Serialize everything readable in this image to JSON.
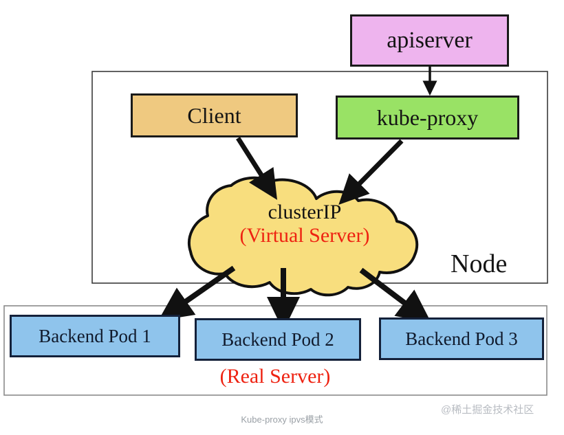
{
  "diagram": {
    "title_caption": "Kube-proxy ipvs模式",
    "watermark": "@稀土掘金技术社区",
    "node_label": "Node",
    "colors": {
      "apiserver_fill": "#EEB4EE",
      "client_fill": "#EFC980",
      "kubeproxy_fill": "#99E265",
      "cloud_fill": "#F8DE7E",
      "pod_fill": "#8FC4EC",
      "red_text": "#EE2211",
      "stroke": "#1a1a1a"
    },
    "nodes": {
      "apiserver": "apiserver",
      "client": "Client",
      "kubeproxy": "kube-proxy",
      "cloud_line1": "clusterIP",
      "cloud_line2": "(Virtual Server)",
      "real_server": "(Real Server)"
    },
    "pods": [
      {
        "label": "Backend Pod 1"
      },
      {
        "label": "Backend Pod 2"
      },
      {
        "label": "Backend Pod 3"
      }
    ],
    "edges": [
      {
        "from": "apiserver",
        "to": "kube-proxy"
      },
      {
        "from": "Client",
        "to": "clusterIP"
      },
      {
        "from": "kube-proxy",
        "to": "clusterIP"
      },
      {
        "from": "clusterIP",
        "to": "Backend Pod 1"
      },
      {
        "from": "clusterIP",
        "to": "Backend Pod 2"
      },
      {
        "from": "clusterIP",
        "to": "Backend Pod 3"
      }
    ]
  }
}
